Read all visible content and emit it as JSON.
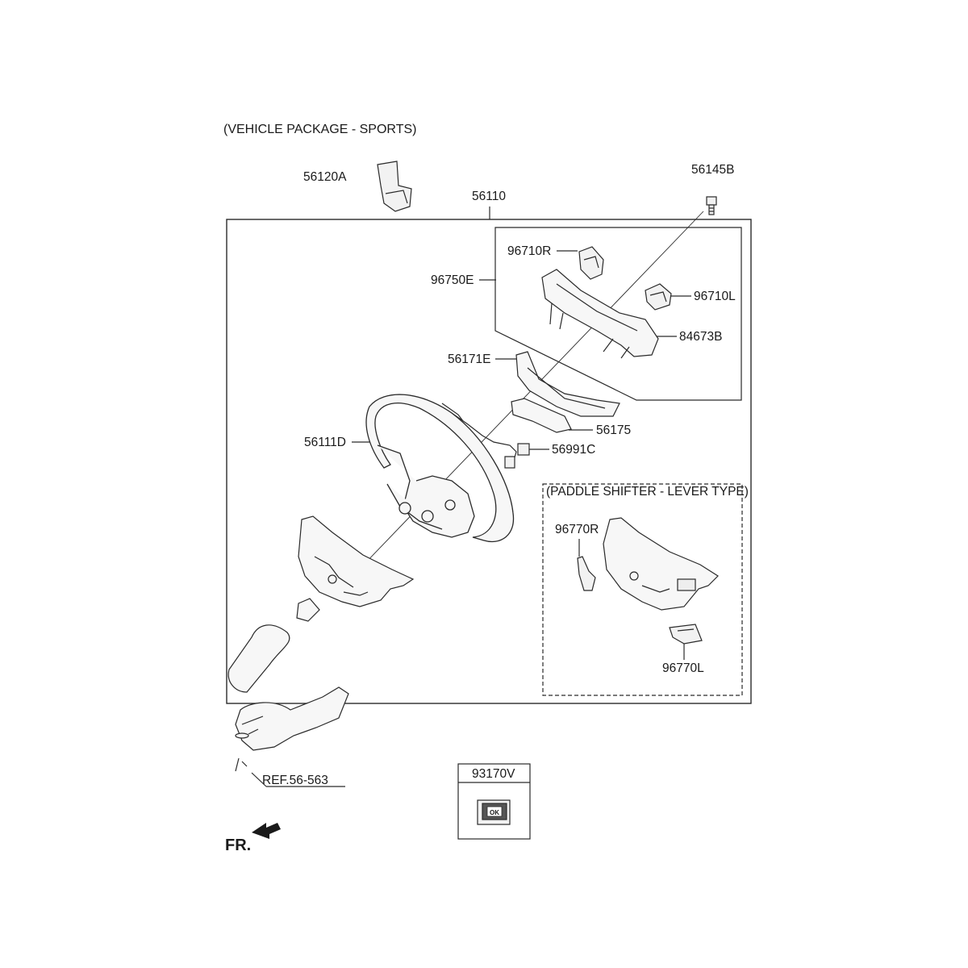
{
  "diagram": {
    "package_label": "(VEHICLE PACKAGE - SPORTS)",
    "paddle_label": "(PADDLE SHIFTER - LEVER TYPE)",
    "front_label": "FR.",
    "ref_label": "REF.56-563",
    "switch_text": "OK",
    "parts": {
      "p56120A": "56120A",
      "p56110": "56110",
      "p56145B": "56145B",
      "p96710R": "96710R",
      "p96750E": "96750E",
      "p96710L": "96710L",
      "p84673B": "84673B",
      "p56171E": "56171E",
      "p56175": "56175",
      "p56111D": "56111D",
      "p56991C": "56991C",
      "p96770R": "96770R",
      "p96770L": "96770L",
      "p93170V": "93170V"
    }
  },
  "colors": {
    "line": "#2a2a2a",
    "text": "#1a1a1a",
    "fill_light": "#f2f2f2",
    "fill_dark": "#555555"
  }
}
